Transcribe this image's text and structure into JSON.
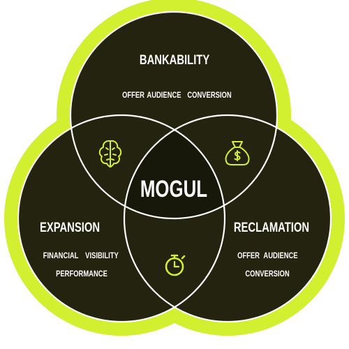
{
  "diagram": {
    "center_label": "MOGUL",
    "top": {
      "title": "BANKABILITY",
      "items": [
        "OFFER",
        "AUDIENCE",
        "CONVERSION"
      ]
    },
    "left": {
      "title": "EXPANSION",
      "items": [
        "FINANCIAL",
        "VISIBILITY",
        "PERFORMANCE"
      ]
    },
    "right": {
      "title": "RECLAMATION",
      "items": [
        "OFFER",
        "AUDIENCE",
        "CONVERSION"
      ]
    },
    "icons": {
      "top_left_overlap": "brain-icon",
      "top_right_overlap": "money-bag-icon",
      "bottom_overlap": "stopwatch-icon"
    },
    "colors": {
      "accent": "#d2f02f",
      "circle_fill": "#23230f",
      "text": "#ffffff",
      "outline": "#ffffff"
    }
  }
}
